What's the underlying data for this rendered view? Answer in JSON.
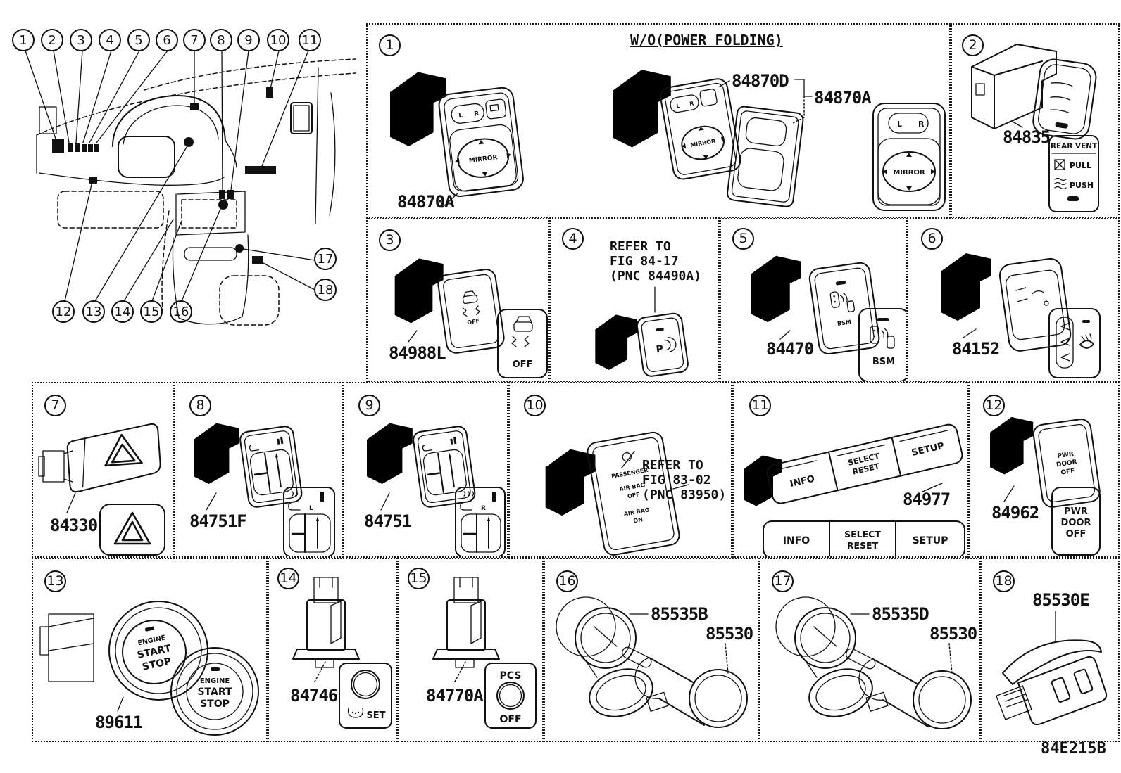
{
  "figure_code": "84E215B",
  "nums": [
    "1",
    "2",
    "3",
    "4",
    "5",
    "6",
    "7",
    "8",
    "9",
    "10",
    "11",
    "12",
    "13",
    "14",
    "15",
    "16",
    "17",
    "18"
  ],
  "cells": {
    "c1": {
      "title": "W/O(POWER FOLDING)",
      "pn_switch": "84870A",
      "pn_bezel": "84870D",
      "pn_assy": "84870A",
      "l": "L",
      "r": "R",
      "mirror": "MIRROR"
    },
    "c2": {
      "pn": "84835",
      "face_title": "REAR VENT",
      "pull": "PULL",
      "push": "PUSH"
    },
    "c3": {
      "pn": "84988L",
      "off": "OFF"
    },
    "c4": {
      "note1": "REFER TO",
      "note2": "FIG 84-17",
      "note3": "(PNC 84490A)",
      "p": "P"
    },
    "c5": {
      "pn": "84470",
      "bsm": "BSM"
    },
    "c6": {
      "pn": "84152"
    },
    "c7": {
      "pn": "84330"
    },
    "c8": {
      "pn": "84751F",
      "side": "L"
    },
    "c9": {
      "pn": "84751",
      "side": "R"
    },
    "c10": {
      "note1": "REFER TO",
      "note2": "FIG 83-02",
      "note3": "(PNC 83950)",
      "line1": "PASSENGER",
      "line2": "AIR BAG",
      "line3": "OFF",
      "line4": "AIR BAG",
      "line5": "ON"
    },
    "c11": {
      "pn": "84977",
      "info": "INFO",
      "select": "SELECT",
      "reset": "RESET",
      "setup": "SETUP"
    },
    "c12": {
      "pn": "84962",
      "l1": "PWR",
      "l2": "DOOR",
      "l3": "OFF"
    },
    "c13": {
      "pn": "89611",
      "e1": "ENGINE",
      "e2": "START",
      "e3": "STOP"
    },
    "c14": {
      "pn": "84746",
      "set": "SET"
    },
    "c15": {
      "pn": "84770A",
      "pcs": "PCS",
      "off": "OFF"
    },
    "c16": {
      "pn_cover": "85535B",
      "pn_socket": "85530"
    },
    "c17": {
      "pn_cover": "85535D",
      "pn_socket": "85530"
    },
    "c18": {
      "pn": "85530E"
    }
  }
}
